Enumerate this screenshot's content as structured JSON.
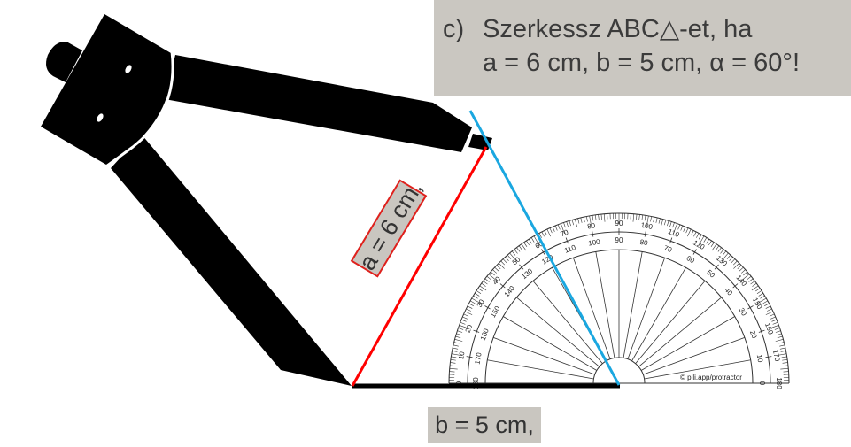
{
  "task": {
    "label": "c)",
    "line1": "Szerkessz ABC△-et, ha",
    "line2": "a = 6 cm,  b = 5 cm,    α = 60°!"
  },
  "labels": {
    "a_side": "a = 6 cm,",
    "b_side": "b = 5 cm,"
  },
  "protractor": {
    "copyright": "© pili.app/protractor"
  },
  "colors": {
    "side_a": "#ff0000",
    "angle_ray": "#1aa7e0",
    "side_b": "#000000",
    "compass": "#000000",
    "label_bg": "#c9c6c0"
  }
}
